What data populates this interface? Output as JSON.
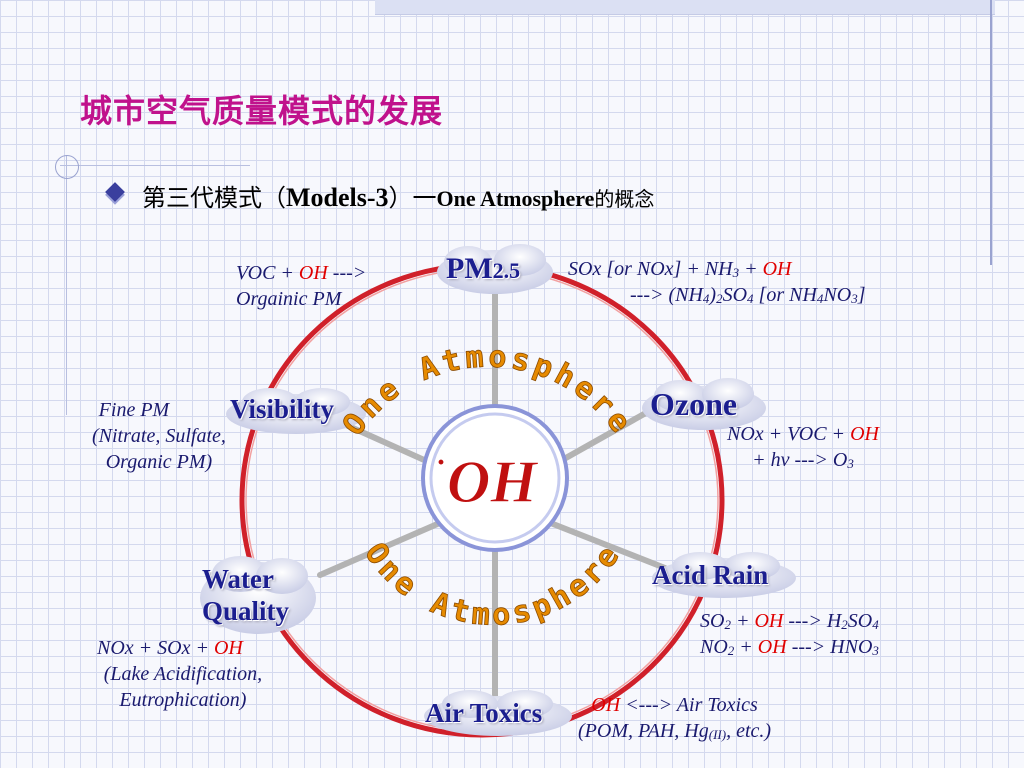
{
  "title": "城市空气质量模式的发展",
  "subtitle": {
    "part1": "第三代模式（",
    "part2": "Models-3",
    "part3": "）一",
    "part4": "One Atmosphere",
    "part5": "的概念"
  },
  "diagram": {
    "center_label": "OH",
    "center_dot": "·",
    "ring_text": "One Atmosphere",
    "nodes": {
      "pm25_main": "PM",
      "pm25_sub": "2.5",
      "ozone": "Ozone",
      "acid_rain": "Acid Rain",
      "air_toxics": "Air Toxics",
      "water_quality_line1": "Water",
      "water_quality_line2": "Quality",
      "visibility": "Visibility"
    },
    "annotations": {
      "voc_line1_a": "VOC + ",
      "voc_line1_oh": "OH",
      "voc_line1_b": " --->",
      "voc_line2": "Orgainic PM",
      "sox_line1_a": "SOx [or NOx] + NH",
      "sox_line1_sub": "3",
      "sox_line1_b": " + ",
      "sox_line1_oh": "OH",
      "sox_line2_a": "---> (NH",
      "sox_line2_sub1": "4",
      "sox_line2_b": ")",
      "sox_line2_sub2": "2",
      "sox_line2_c": "SO",
      "sox_line2_sub3": "4",
      "sox_line2_d": " [or NH",
      "sox_line2_sub4": "4",
      "sox_line2_e": "NO",
      "sox_line2_sub5": "3",
      "sox_line2_f": "]",
      "nox_line1_a": "NOx + VOC + ",
      "nox_line1_oh": "OH",
      "nox_line2_a": "+ hv ---> O",
      "nox_line2_sub": "3",
      "finepm_line1": "Fine PM",
      "finepm_line2": "(Nitrate, Sulfate,",
      "finepm_line3": "Organic PM)",
      "so2_a": "SO",
      "so2_sub1": "2",
      "so2_b": " + ",
      "so2_oh": "OH",
      "so2_c": " ---> H",
      "so2_sub2": "2",
      "so2_d": "SO",
      "so2_sub3": "4",
      "no2_a": "NO",
      "no2_sub1": "2",
      "no2_b": " + ",
      "no2_oh": "OH",
      "no2_c": " ---> HNO",
      "no2_sub2": "3",
      "noxsox_line1_a": "NOx + SOx + ",
      "noxsox_line1_oh": "OH",
      "noxsox_line2": "(Lake Acidification,",
      "noxsox_line3": "Eutrophication)",
      "airtox_line1_oh": "OH",
      "airtox_line1_b": " <---> Air Toxics",
      "airtox_line2_a": "(POM, PAH, Hg",
      "airtox_line2_sub": "(II)",
      "airtox_line2_b": ", etc.)"
    }
  },
  "colors": {
    "title": "#c0128c",
    "node_text": "#1b1e8f",
    "ring": "#d0202a",
    "center_text": "#c01010",
    "ring_text": "#e68a00",
    "oh_highlight": "#e00000"
  }
}
